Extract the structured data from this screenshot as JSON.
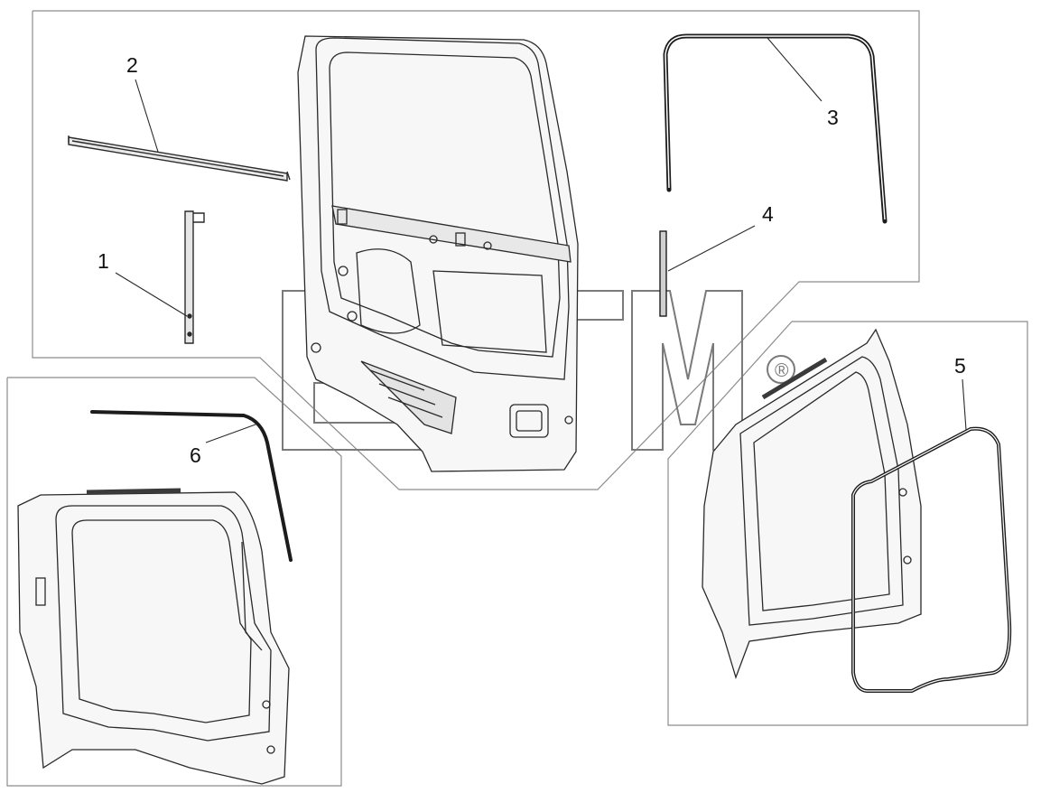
{
  "callouts": [
    {
      "id": "1",
      "label": "1"
    },
    {
      "id": "2",
      "label": "2"
    },
    {
      "id": "3",
      "label": "3"
    },
    {
      "id": "4",
      "label": "4"
    },
    {
      "id": "5",
      "label": "5"
    },
    {
      "id": "6",
      "label": "6"
    }
  ],
  "watermark": {
    "text": "BTM",
    "registered_symbol": "®"
  },
  "colors": {
    "line": "#2a2a2a",
    "panel_border": "#8c8c8c",
    "watermark": "#7a7a7a",
    "seal": "#1c1c1c"
  }
}
